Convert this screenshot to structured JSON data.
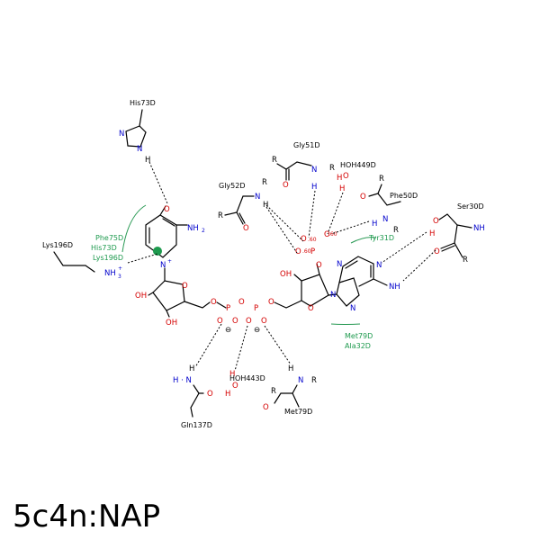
{
  "title": "5c4n:NAP",
  "colors": {
    "oxygen": "#d40000",
    "nitrogen": "#0000cc",
    "carbon": "#000000",
    "green": "#1e9a4e"
  },
  "residues": {
    "his73": "His73D",
    "gly51": "Gly51D",
    "hoh449": "HOH449D",
    "gly52": "Gly52D",
    "phe50": "Phe50D",
    "ser30": "Ser30D",
    "lys196": "Lys196D",
    "gln137": "Gln137D",
    "hoh443": "HOH443D",
    "met79": "Met79D",
    "tyr31": "Tyr31D"
  },
  "contacts": {
    "left": [
      "Phe75D",
      "His73D",
      "Lys196D"
    ],
    "bottom": [
      "Met79D",
      "Ala32D"
    ]
  },
  "atoms": {
    "O": "O",
    "N": "N",
    "H": "H",
    "R": "R",
    "P": "P",
    "OH": "OH",
    "NH": "NH",
    "NH2": "NH",
    "NH2_sub": "2",
    "NH3": "NH",
    "NH3_sub": "3",
    "N_plus": "N",
    "plus": "+",
    "HN": "H · N",
    "minus": "⊖",
    "charge": ".60"
  }
}
